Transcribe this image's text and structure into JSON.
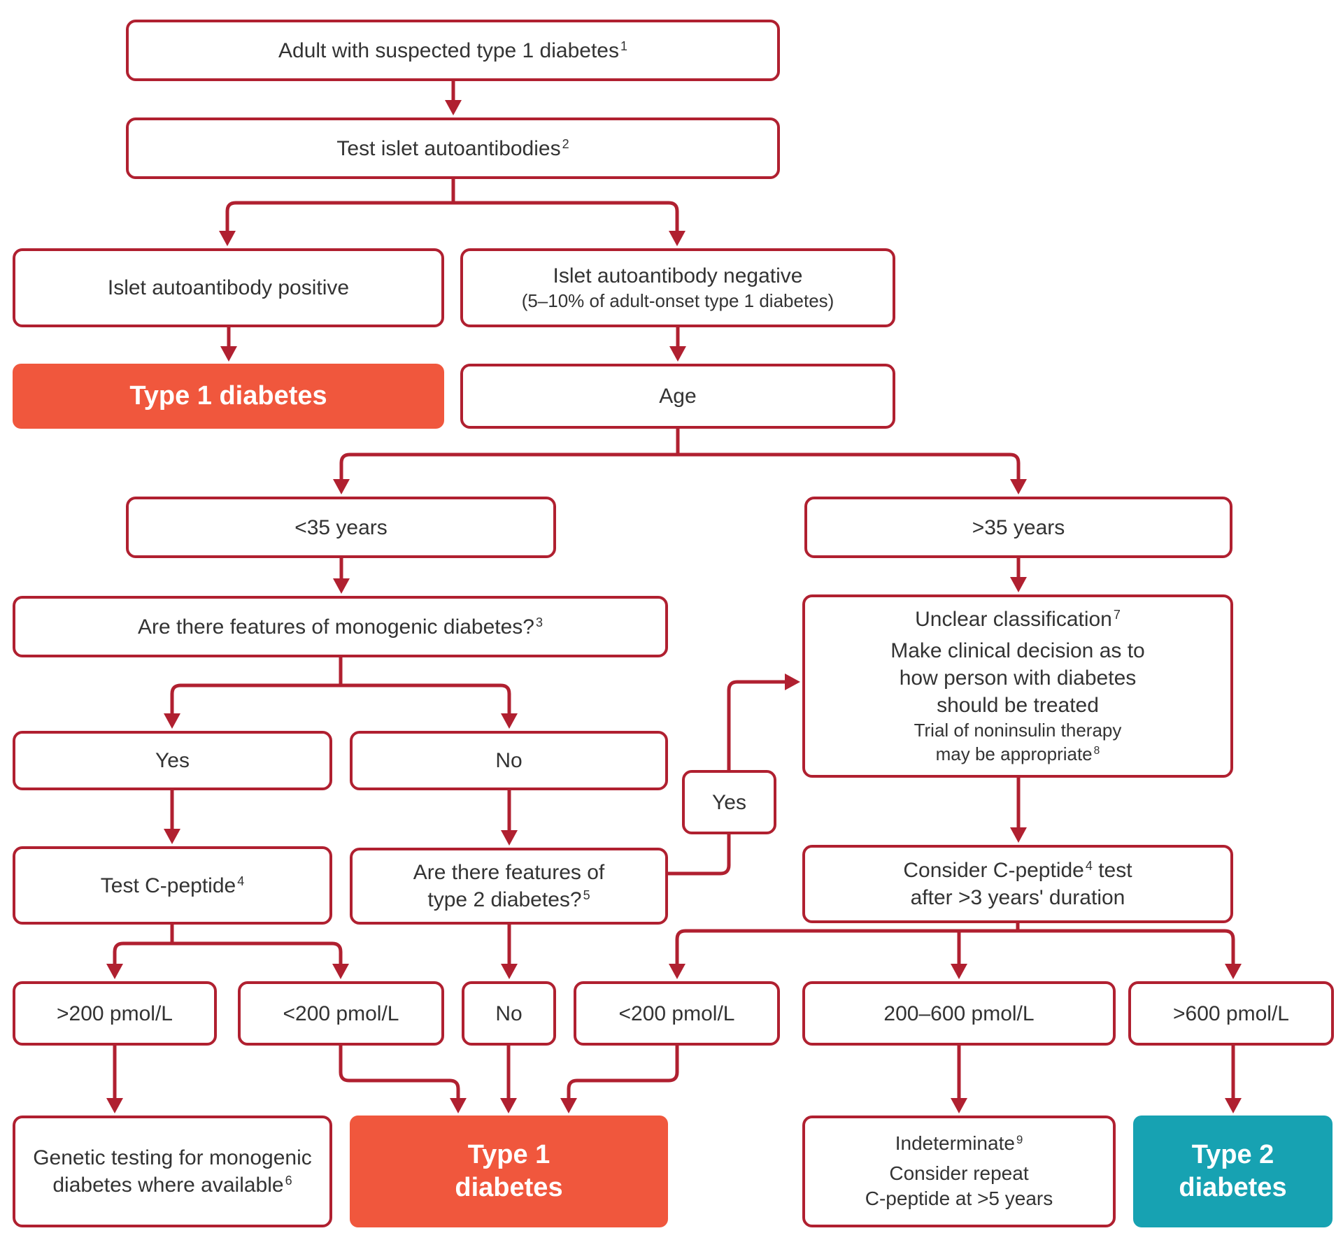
{
  "colors": {
    "line": "#B02030",
    "type1": "#F0573D",
    "type2": "#17A2B2",
    "text": "#333333"
  },
  "nodes": {
    "start": {
      "label": "Adult with suspected type 1 diabetes",
      "sup": "1"
    },
    "test_ab": {
      "label": "Test islet autoantibodies",
      "sup": "2"
    },
    "ab_positive": {
      "label": "Islet autoantibody positive"
    },
    "ab_negative": {
      "label": "Islet autoantibody negative",
      "sub": "(5–10% of adult-onset type 1 diabetes)"
    },
    "type1_top": {
      "label": "Type 1 diabetes"
    },
    "age": {
      "label": "Age"
    },
    "under35": {
      "label": "<35 years"
    },
    "over35": {
      "label": ">35 years"
    },
    "monogenic_q": {
      "label": "Are there features of monogenic diabetes?",
      "sup": "3"
    },
    "unclear": {
      "title": "Unclear classification",
      "title_sup": "7",
      "body_l1": "Make clinical decision as to",
      "body_l2": "how person with diabetes",
      "body_l3": "should be treated",
      "note_l1": "Trial of noninsulin therapy",
      "note_l2": "may be appropriate",
      "note_sup": "8"
    },
    "yes": {
      "label": "Yes"
    },
    "no": {
      "label": "No"
    },
    "test_cpep": {
      "label": "Test C-peptide",
      "sup": "4"
    },
    "type2_q": {
      "l1": "Are there features of",
      "l2": "type 2 diabetes?",
      "sup": "5"
    },
    "yes_small": {
      "label": "Yes"
    },
    "consider": {
      "l1pre": "Consider C-peptide",
      "sup": "4",
      "l1post": " test",
      "l2": "after >3 years' duration"
    },
    "gt200": {
      "label": ">200 pmol/L"
    },
    "lt200_left": {
      "label": "<200 pmol/L"
    },
    "no_small": {
      "label": "No"
    },
    "lt200_right": {
      "label": "<200 pmol/L"
    },
    "mid200_600": {
      "label": "200–600 pmol/L"
    },
    "gt600": {
      "label": ">600 pmol/L"
    },
    "genetic": {
      "l1": "Genetic testing for monogenic",
      "l2": "diabetes where available",
      "sup": "6"
    },
    "type1_bottom": {
      "l1": "Type 1",
      "l2": "diabetes"
    },
    "indeterminate": {
      "title": "Indeterminate",
      "title_sup": "9",
      "l1": "Consider repeat",
      "l2": "C-peptide at >5 years"
    },
    "type2_result": {
      "l1": "Type 2",
      "l2": "diabetes"
    }
  }
}
